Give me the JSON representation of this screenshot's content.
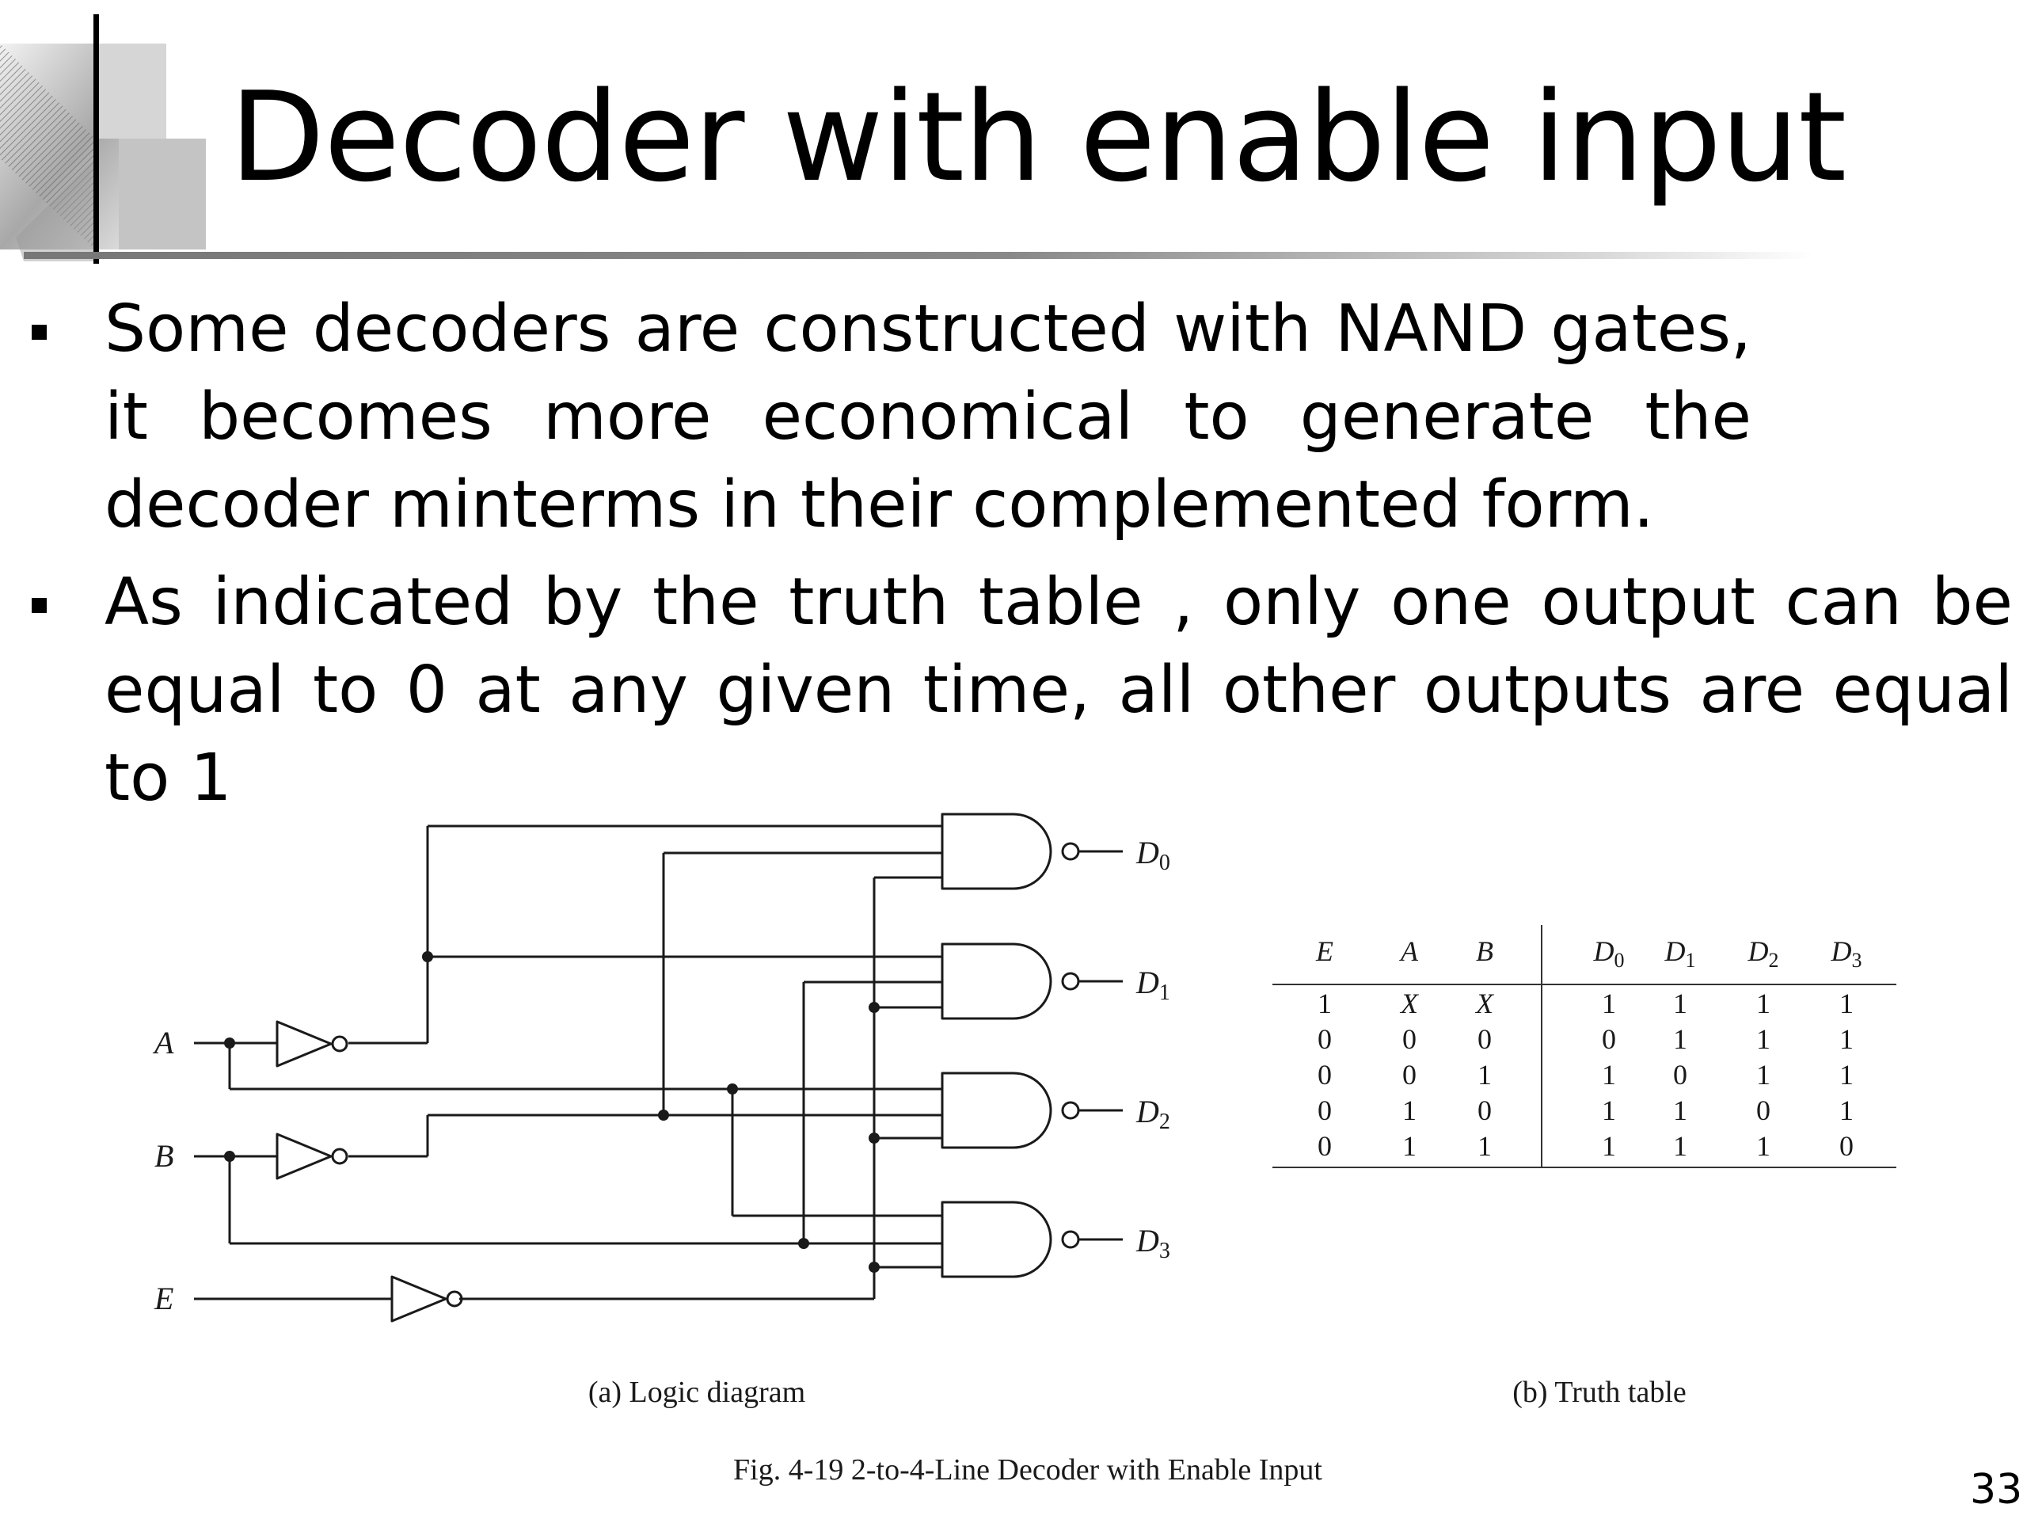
{
  "slide": {
    "title": "Decoder with enable input",
    "bullets": [
      "Some decoders are constructed with NAND gates, it becomes more economical to generate the decoder minterms in their complemented form.",
      "As indicated by the truth table , only one output can be equal to 0 at any given time, all other outputs are equal to 1"
    ],
    "page_number": "33"
  },
  "figure": {
    "inputs": {
      "a": "A",
      "b": "B",
      "e": "E"
    },
    "outputs": [
      "0",
      "1",
      "2",
      "3"
    ],
    "output_letter": "D",
    "caption_a": "(a) Logic diagram",
    "caption_b": "(b) Truth table",
    "caption": "Fig. 4-19  2-to-4-Line Decoder with Enable Input"
  },
  "truth_table": {
    "headers": [
      [
        "E",
        ""
      ],
      [
        "A",
        ""
      ],
      [
        "B",
        ""
      ],
      [
        "D",
        "0"
      ],
      [
        "D",
        "1"
      ],
      [
        "D",
        "2"
      ],
      [
        "D",
        "3"
      ]
    ],
    "rows": [
      [
        "1",
        "X",
        "X",
        "1",
        "1",
        "1",
        "1"
      ],
      [
        "0",
        "0",
        "0",
        "0",
        "1",
        "1",
        "1"
      ],
      [
        "0",
        "0",
        "1",
        "1",
        "0",
        "1",
        "1"
      ],
      [
        "0",
        "1",
        "0",
        "1",
        "1",
        "0",
        "1"
      ],
      [
        "0",
        "1",
        "1",
        "1",
        "1",
        "1",
        "0"
      ]
    ]
  }
}
